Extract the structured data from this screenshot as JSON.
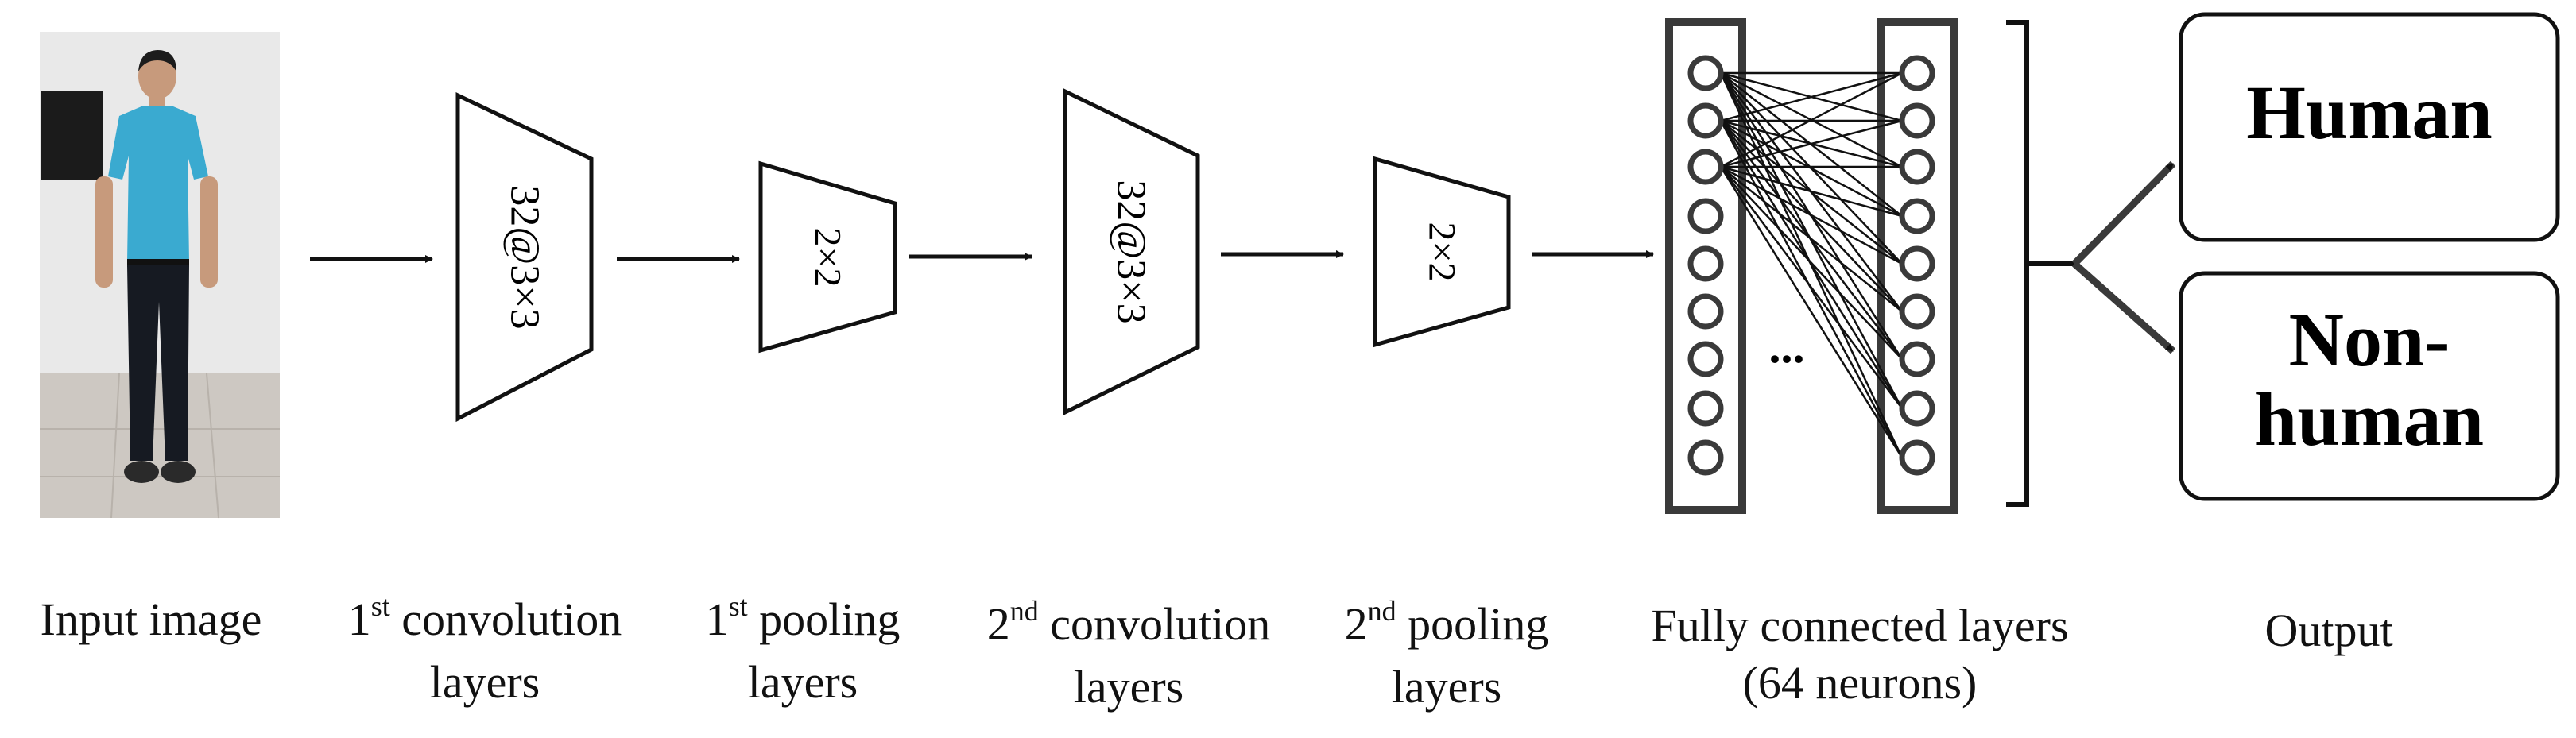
{
  "conv1_text": "32@3×3",
  "pool1_text": "2×2",
  "conv2_text": "32@3×3",
  "pool2_text": "2×2",
  "ellipsis": "...",
  "output_human": "Human",
  "output_nonhuman_line1": "Non-",
  "output_nonhuman_line2": "human",
  "labels": {
    "input": "Input image",
    "conv1": {
      "sup_prefix": "1",
      "sup": "st",
      "line1": " convolution",
      "line2": "layers"
    },
    "pool1": {
      "sup_prefix": "1",
      "sup": "st",
      "line1": " pooling",
      "line2": "layers"
    },
    "conv2": {
      "sup_prefix": "2",
      "sup": "nd",
      "line1": " convolution",
      "line2": "layers"
    },
    "pool2": {
      "sup_prefix": "2",
      "sup": "nd",
      "line1": " pooling",
      "line2": "layers"
    },
    "fc": {
      "line1": "Fully connected layers",
      "line2": "(64 neurons)"
    },
    "output": "Output"
  }
}
